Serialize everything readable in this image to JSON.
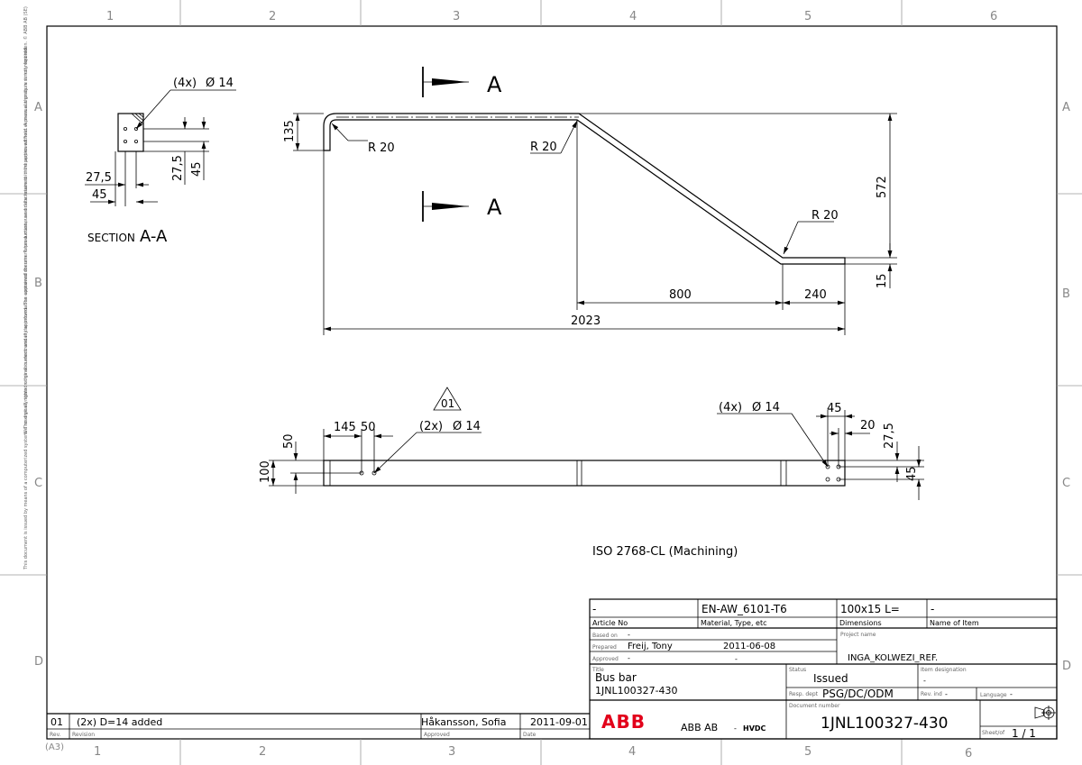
{
  "frame": {
    "columns_top": [
      "1",
      "2",
      "3",
      "4",
      "5",
      "6"
    ],
    "columns_bottom": [
      "1",
      "2",
      "3",
      "4",
      "5",
      "6"
    ],
    "rows_left": [
      "A",
      "B",
      "C",
      "D"
    ],
    "rows_right": [
      "A",
      "B",
      "C",
      "D"
    ],
    "sheet_size": "(A3)",
    "legal_text_1": "We reserve all rights in this document and in the information contained therein. Reproduction, use or disclosure to third parties without express authority is strictly forbidden. © ABB AB (SE)",
    "legal_text_2": "This document is issued by means of a computerized system. The digitally stored original is electronically approved. The approved document has a master and date retained in the approved field. A manual signature is not required."
  },
  "section": {
    "title": "SECTION",
    "name": "A-A",
    "hole_note": "(4x)",
    "hole_dia": "Ø 14",
    "dim_27_5_a": "27,5",
    "dim_27_5_b": "27,5",
    "dim_45_a": "45",
    "dim_45_b": "45"
  },
  "side_view": {
    "section_letter_top": "A",
    "section_letter_bottom": "A",
    "radius_1": "R 20",
    "radius_2": "R 20",
    "radius_3": "R 20",
    "dim_135": "135",
    "dim_572": "572",
    "dim_15": "15",
    "dim_800": "800",
    "dim_240": "240",
    "dim_2023": "2023"
  },
  "plan_view": {
    "revision_mark": "01",
    "dim_145": "145",
    "dim_50_top": "50",
    "dim_50_side": "50",
    "dim_100": "100",
    "holes_left_note": "(2x)",
    "holes_left_dia": "Ø 14",
    "holes_right_note": "(4x)",
    "holes_right_dia": "Ø 14",
    "dim_45_top": "45",
    "dim_20": "20",
    "dim_27_5": "27,5",
    "dim_45_side": "45"
  },
  "tolerance_note": "ISO 2768-CL (Machining)",
  "title_block": {
    "article_no_value": "-",
    "material_value": "EN-AW_6101-T6",
    "dimensions_value": "100x15  L=",
    "item_name_value": "-",
    "article_no_label": "Article No",
    "material_label": "Material, Type, etc",
    "dimensions_label": "Dimensions",
    "item_name_label": "Name of Item",
    "based_on_label": "Based on",
    "based_on_value": "-",
    "prepared_label": "Prepared",
    "prepared_value": "Freij, Tony",
    "prepared_date": "2011-06-08",
    "approved_label": "Approved",
    "approved_value": "-",
    "approved_date": "-",
    "project_label": "Project name",
    "project_value": "INGA_KOLWEZI_REF.",
    "title_label": "Title",
    "title_line1": "Bus bar",
    "title_line2": "1JNL100327-430",
    "status_label": "Status",
    "status_value": "Issued",
    "resp_label": "Resp. dept",
    "resp_value": "PSG/DC/ODM",
    "item_designation_label": "Item designation",
    "item_designation_value": "-",
    "rev_ind_label": "Rev. ind",
    "rev_ind_value": "-",
    "language_label": "Language",
    "language_value": "-",
    "document_number_label": "Document number",
    "document_number_value": "1JNL100327-430",
    "sheet_label": "Sheet/of",
    "sheet_value": "1  /  1",
    "company": "ABB AB",
    "division": "HVDC",
    "logo": "ABB",
    "revision": {
      "rev": "01",
      "text": "(2x) D=14  added",
      "approved": "Håkansson, Sofia",
      "date": "2011-09-01"
    },
    "rev_label": "Rev.",
    "revision_label": "Revision",
    "approved_col_label": "Approved",
    "date_label": "Date"
  },
  "colors": {
    "line": "#000000",
    "grey": "#9a9a9a",
    "abb_red": "#e2001a"
  }
}
